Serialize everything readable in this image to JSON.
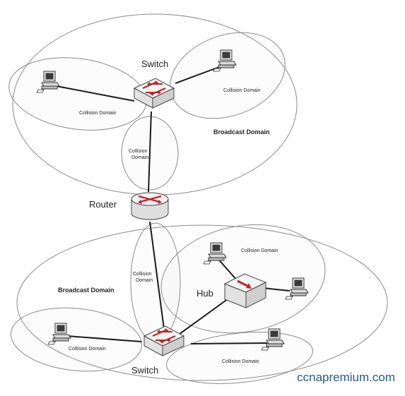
{
  "labels": {
    "switch_top": "Switch",
    "router": "Router",
    "hub": "Hub",
    "switch_bottom": "Switch",
    "broadcast_domain_top": "Broadcast Domain",
    "broadcast_domain_bottom": "Broadcast Domain",
    "collision_domain": "Collision Domain",
    "collision_vertical_1": "Collision",
    "collision_vertical_2": "Domain"
  },
  "watermark": "ccnapremium.com",
  "colors": {
    "arrow": "#c0262b",
    "device_fill": "#f2f2f2",
    "outline": "#8a8a8a",
    "watermark": "#1f5a8c"
  }
}
